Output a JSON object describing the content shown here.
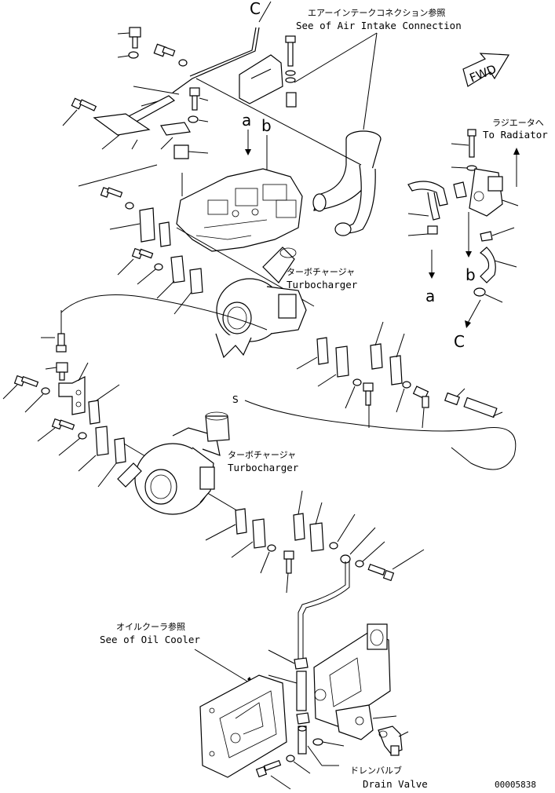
{
  "labels": {
    "air_intake_jp": "エアーインテークコネクション参照",
    "air_intake_en": "See of Air Intake Connection",
    "radiator_jp": "ラジエータへ",
    "radiator_en": "To Radiator",
    "turbo_upper_jp": "ターボチャージャ",
    "turbo_upper_en": "Turbocharger",
    "turbo_lower_jp": "ターボチャージャ",
    "turbo_lower_en": "Turbocharger",
    "oil_cooler_jp": "オイルクーラ参照",
    "oil_cooler_en": "See of Oil Cooler",
    "drain_jp": "ドレンバルブ",
    "drain_en": "Drain Valve",
    "fwd": "FWD",
    "drawing_number": "00005838"
  },
  "refs": {
    "c_top": "C",
    "a_top": "a",
    "b_top": "b",
    "a_right": "a",
    "b_right": "b",
    "c_right": "C"
  }
}
